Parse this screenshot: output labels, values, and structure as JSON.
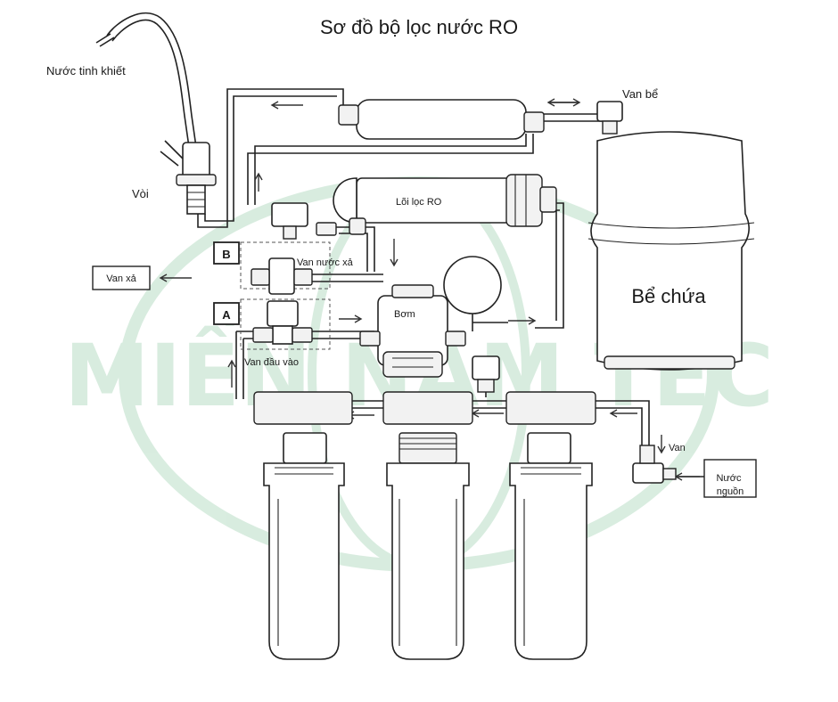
{
  "title": "Sơ đồ bộ lọc nước RO",
  "labels": {
    "pure_water": "Nước tinh khiết",
    "faucet": "Vòi",
    "tank_valve": "Van bể",
    "ro_membrane": "Lõi lọc RO",
    "tank": "Bể chứa",
    "flush_valve": "Van nước xả",
    "drain": "Van xả",
    "pump": "Bơm",
    "inlet_valve": "Van đầu vào",
    "valve": "Van",
    "source_water": "Nước nguồn",
    "marker_b": "B",
    "marker_a": "A"
  },
  "watermark": {
    "text": "MIỀN NAM TEC",
    "color": "#2e9a55"
  },
  "colors": {
    "line": "#222222",
    "background": "#ffffff"
  },
  "icons": [
    "faucet-icon",
    "arrow-left-icon",
    "arrow-right-icon",
    "arrow-up-icon",
    "arrow-down-icon"
  ]
}
